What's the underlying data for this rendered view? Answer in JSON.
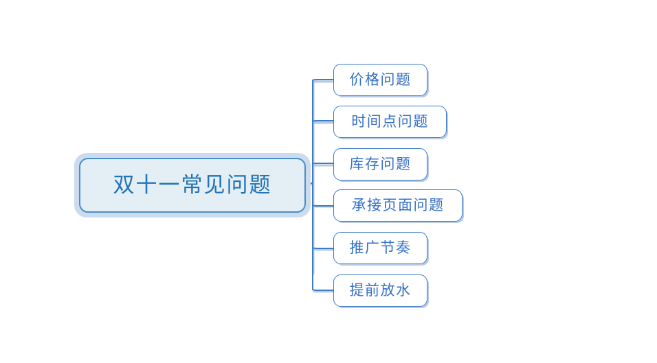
{
  "diagram": {
    "type": "mind-map",
    "orientation": "horizontal-right",
    "background_color": "#ffffff",
    "root": {
      "label": "双十一常见问题",
      "fill_color": "#e3eff4",
      "border_color": "#4a8ec9",
      "outer_frame_color": "#ccdcee",
      "text_color": "#2273b8"
    },
    "connector": {
      "color": "#3b7bc8",
      "shadow_color": "#a8c3e2",
      "style": "orthogonal-rounded-elbow"
    },
    "children": [
      {
        "label": "价格问题",
        "fill_color": "#ffffff",
        "border_color": "#3b7bc8",
        "text_color": "#3570c8"
      },
      {
        "label": "时间点问题",
        "fill_color": "#ffffff",
        "border_color": "#3b7bc8",
        "text_color": "#3570c8"
      },
      {
        "label": "库存问题",
        "fill_color": "#ffffff",
        "border_color": "#3b7bc8",
        "text_color": "#3570c8"
      },
      {
        "label": "承接页面问题",
        "fill_color": "#ffffff",
        "border_color": "#3b7bc8",
        "text_color": "#3570c8"
      },
      {
        "label": "推广节奏",
        "fill_color": "#ffffff",
        "border_color": "#3b7bc8",
        "text_color": "#3570c8"
      },
      {
        "label": "提前放水",
        "fill_color": "#ffffff",
        "border_color": "#3b7bc8",
        "text_color": "#3570c8"
      }
    ]
  }
}
